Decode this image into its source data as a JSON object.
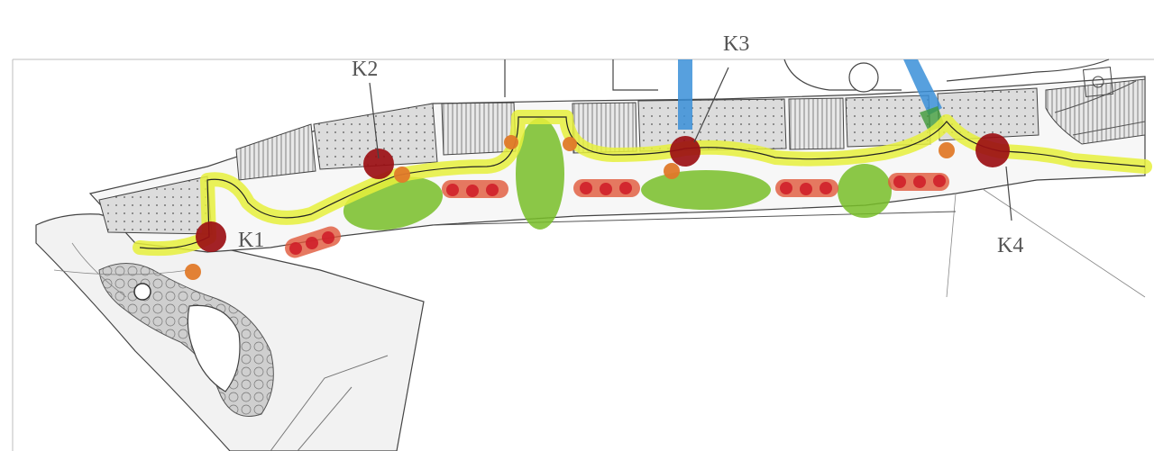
{
  "labels": {
    "k1": "K1",
    "k2": "K2",
    "k3": "K3",
    "k4": "K4"
  },
  "colors": {
    "path": "#e6f03c",
    "node": "#9b0f14",
    "lawn": "#78be28",
    "seating": "#e0583a",
    "point": "#e07a2a",
    "water": "#3a8fd8",
    "label": "#555555",
    "block_fill": "#d9d9d9",
    "ink": "#333333"
  }
}
